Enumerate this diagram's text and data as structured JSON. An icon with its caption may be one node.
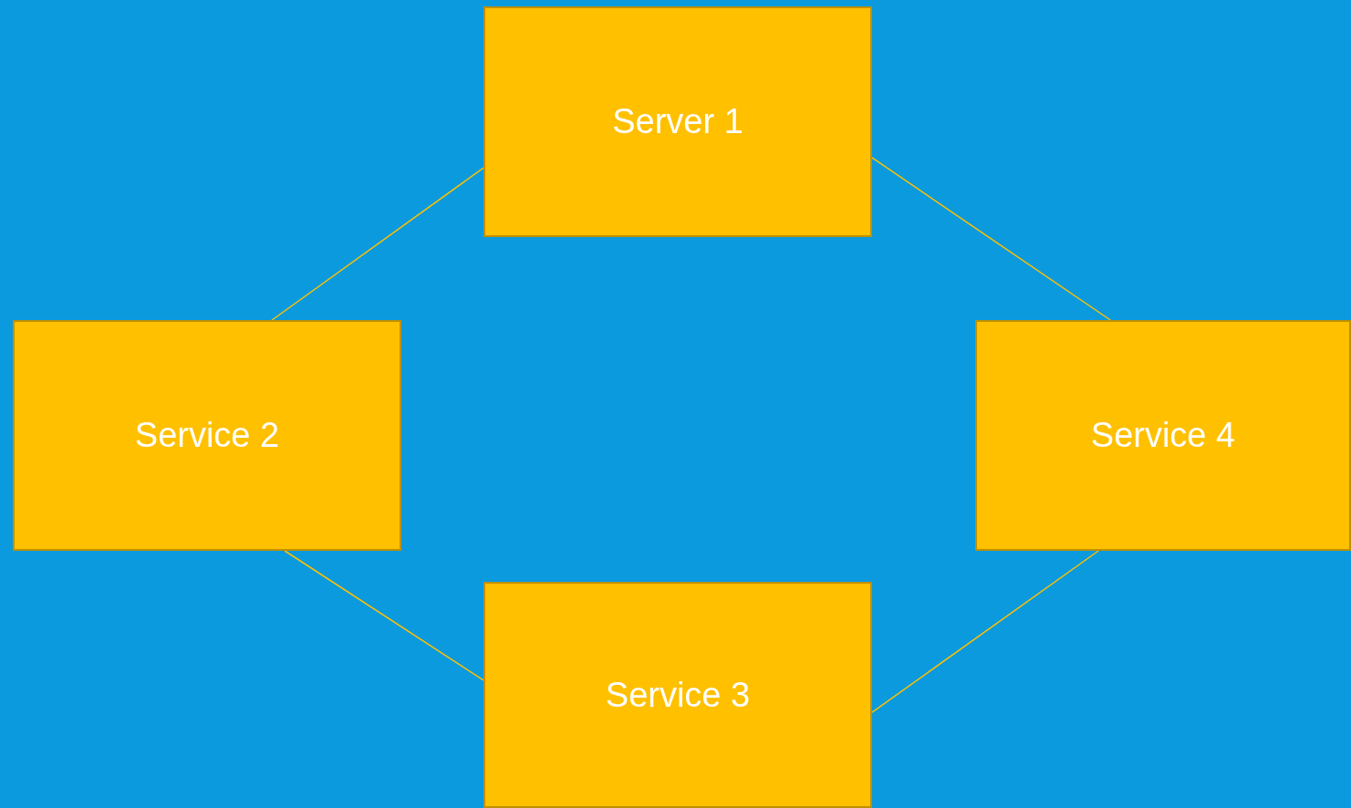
{
  "diagram": {
    "nodes": [
      {
        "text": [
          "Server 1"
        ]
      },
      {
        "text": [
          "Service 2"
        ]
      },
      {
        "text": [
          "Service 4"
        ]
      },
      {
        "text": [
          "Service 3"
        ]
      }
    ],
    "edges": [
      {
        "from": 0,
        "to": 1,
        "arrow": "none"
      },
      {
        "from": 0,
        "to": 2,
        "arrow": "none"
      },
      {
        "from": 1,
        "to": 3,
        "arrow": "none"
      },
      {
        "from": 2,
        "to": 3,
        "arrow": "none"
      }
    ]
  }
}
